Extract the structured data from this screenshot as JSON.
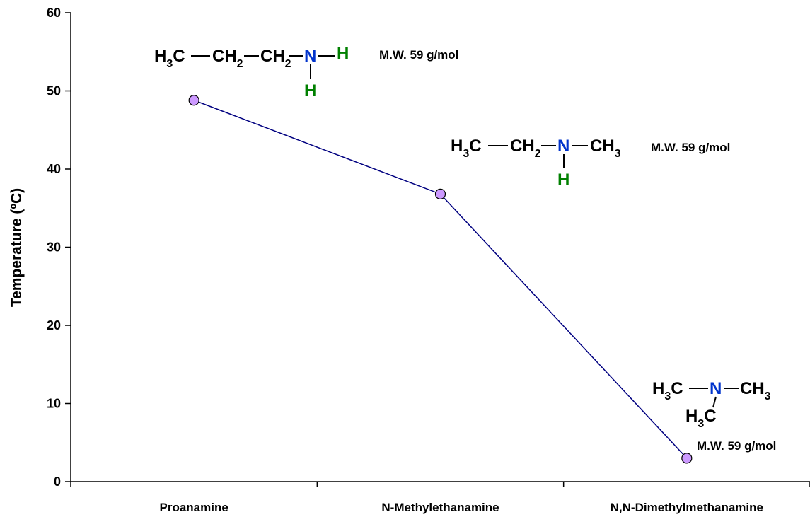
{
  "chart_data": {
    "type": "line",
    "categories": [
      "Proanamine",
      "N-Methylethanamine",
      "N,N-Dimethylmethanamine"
    ],
    "values": [
      48.8,
      36.8,
      3.0
    ],
    "xlabel": "",
    "ylabel": "Temperature (ºC)",
    "ylim": [
      0,
      60
    ],
    "yticks": [
      0,
      10,
      20,
      30,
      40,
      50,
      60
    ],
    "grid": false,
    "legend": "none",
    "line_color": "#000080",
    "marker_color": "#cc99ff",
    "annotations": [
      {
        "category": "Proanamine",
        "mw": "M.W. 59 g/mol",
        "formula": {
          "chain": [
            {
              "text": "H",
              "sub": "3",
              "rest": "C"
            },
            {
              "text": "CH",
              "sub": "2"
            },
            {
              "text": "CH",
              "sub": "2"
            },
            {
              "text": "N"
            },
            {
              "text": "H"
            }
          ],
          "below": "H"
        }
      },
      {
        "category": "N-Methylethanamine",
        "mw": "M.W. 59 g/mol",
        "formula": {
          "chain": [
            {
              "text": "H",
              "sub": "3",
              "rest": "C"
            },
            {
              "text": "CH",
              "sub": "2"
            },
            {
              "text": "N"
            },
            {
              "text": "CH",
              "sub": "3"
            }
          ],
          "below": "H"
        }
      },
      {
        "category": "N,N-Dimethylmethanamine",
        "mw": "M.W. 59 g/mol",
        "formula": {
          "chain": [
            {
              "text": "H",
              "sub": "3",
              "rest": "C"
            },
            {
              "text": "N"
            },
            {
              "text": "CH",
              "sub": "3"
            }
          ],
          "below": {
            "text": "H",
            "sub": "3",
            "rest": "C"
          }
        }
      }
    ],
    "colors": {
      "nitrogen": "#0033cc",
      "hydrogen": "#008000",
      "carbon": "#000000"
    }
  }
}
